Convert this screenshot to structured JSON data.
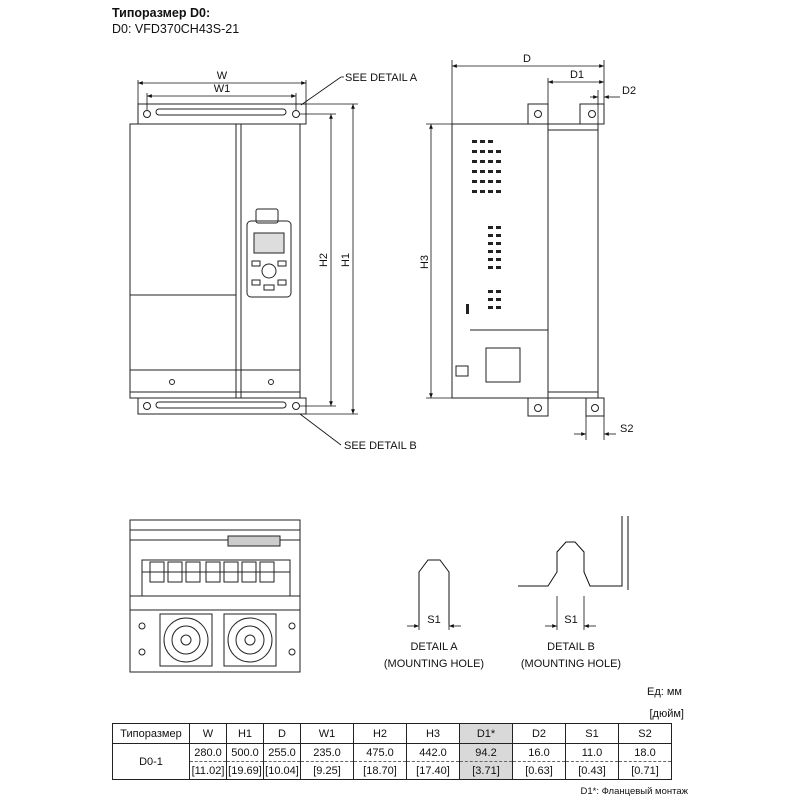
{
  "header": {
    "title": "Типоразмер D0:",
    "model": "D0: VFD370CH43S-21"
  },
  "labels": {
    "W": "W",
    "W1": "W1",
    "H1": "H1",
    "H2": "H2",
    "H3": "H3",
    "D": "D",
    "D1": "D1",
    "D2": "D2",
    "S1": "S1",
    "S2": "S2",
    "see_detail_a": "SEE DETAIL A",
    "see_detail_b": "SEE DETAIL B",
    "detail_a": "DETAIL A",
    "detail_b": "DETAIL B",
    "mounting_hole": "(MOUNTING HOLE)"
  },
  "units": {
    "mm": "Ед: мм",
    "inch": "[дюйм]"
  },
  "table": {
    "headers": [
      "Типоразмер",
      "W",
      "H1",
      "D",
      "W1",
      "H2",
      "H3",
      "D1*",
      "D2",
      "S1",
      "S2"
    ],
    "row_label": "D0-1",
    "mm": [
      "280.0",
      "500.0",
      "255.0",
      "235.0",
      "475.0",
      "442.0",
      "94.2",
      "16.0",
      "11.0",
      "18.0"
    ],
    "inch": [
      "[11.02]",
      "[19.69]",
      "[10.04]",
      "[9.25]",
      "[18.70]",
      "[17.40]",
      "[3.71]",
      "[0.63]",
      "[0.43]",
      "[0.71]"
    ]
  },
  "footnote": "D1*: Фланцевый монтаж"
}
